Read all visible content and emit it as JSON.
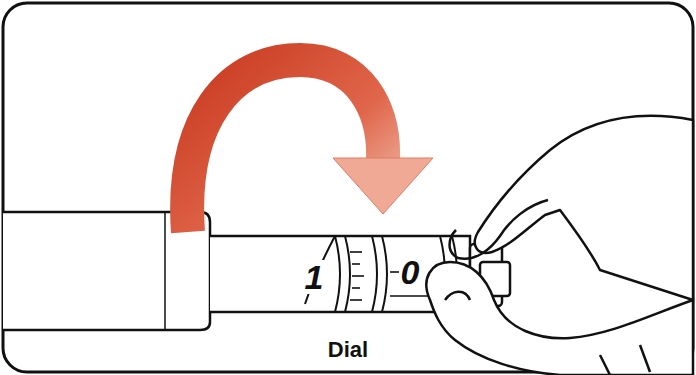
{
  "diagram": {
    "caption": "Dial",
    "labels": [
      "1",
      "0"
    ]
  }
}
